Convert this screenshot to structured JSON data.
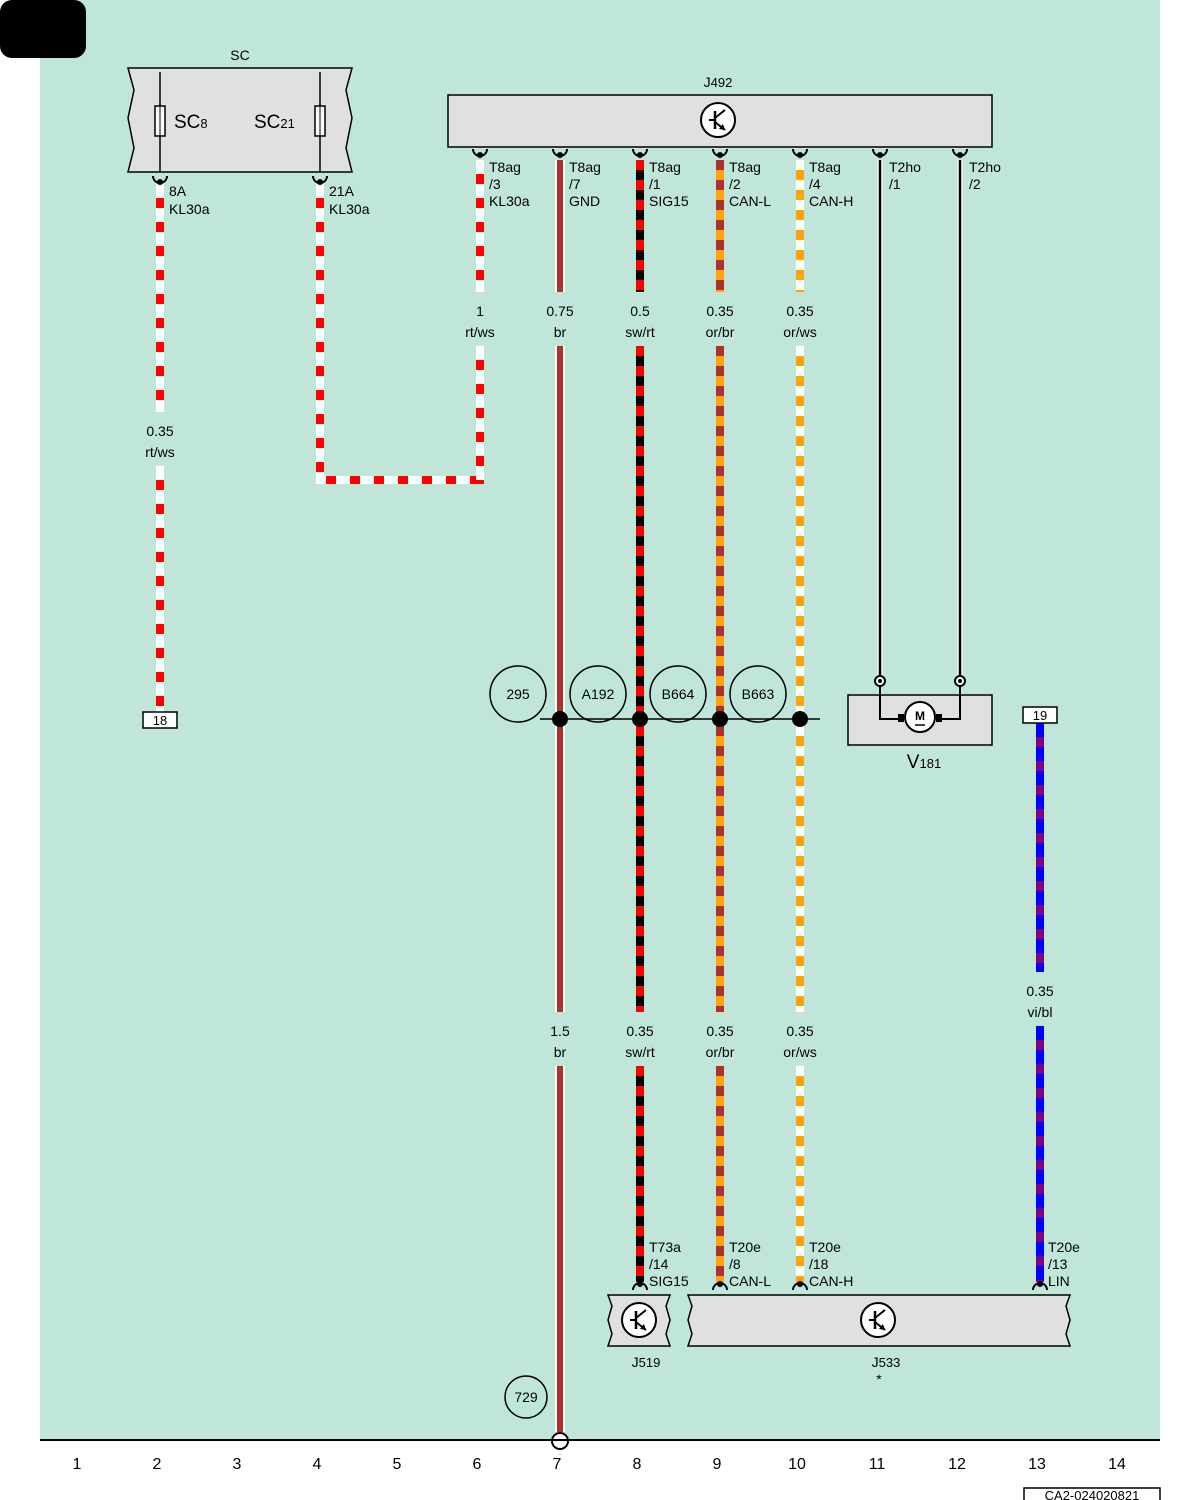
{
  "diagram_id": "CA2-024020821",
  "colors": {
    "background": "#c0e6d9",
    "red": "#ff0000",
    "white": "#ffffff",
    "brown": "#b03030",
    "black": "#000000",
    "orange": "#ffa500",
    "violet": "#800080",
    "blue": "#0000ff"
  },
  "components": {
    "sc": {
      "name": "SC",
      "fuse_a": {
        "main": "SC",
        "sub": "8"
      },
      "fuse_b": {
        "main": "SC",
        "sub": "21"
      }
    },
    "j492": {
      "main": "J",
      "sub": "492"
    },
    "v181": {
      "main": "V",
      "sub": "181",
      "motor_symbol": "M"
    },
    "j519": {
      "main": "J",
      "sub": "519"
    },
    "j533": {
      "main": "J",
      "sub": "533",
      "note": "*"
    }
  },
  "pins": {
    "sc_8": {
      "l1": "8A",
      "l2": "KL30a"
    },
    "sc_21": {
      "l1": "21A",
      "l2": "KL30a"
    },
    "t8ag_3": {
      "l1": "T8ag",
      "l2": "/3",
      "l3": "KL30a"
    },
    "t8ag_7": {
      "l1": "T8ag",
      "l2": "/7",
      "l3": "GND"
    },
    "t8ag_1": {
      "l1": "T8ag",
      "l2": "/1",
      "l3": "SIG15"
    },
    "t8ag_2": {
      "l1": "T8ag",
      "l2": "/2",
      "l3": "CAN-L"
    },
    "t8ag_4": {
      "l1": "T8ag",
      "l2": "/4",
      "l3": "CAN-H"
    },
    "t2ho_1": {
      "l1": "T2ho",
      "l2": "/1"
    },
    "t2ho_2": {
      "l1": "T2ho",
      "l2": "/2"
    },
    "t73a_14": {
      "l1": "T73a",
      "l2": "/14",
      "l3": "SIG15"
    },
    "t20e_8": {
      "l1": "T20e",
      "l2": "/8",
      "l3": "CAN-L"
    },
    "t20e_18": {
      "l1": "T20e",
      "l2": "/18",
      "l3": "CAN-H"
    },
    "t20e_13": {
      "l1": "T20e",
      "l2": "/13",
      "l3": "LIN"
    }
  },
  "wires": {
    "w2": {
      "gauge": "0.35",
      "color": "rt/ws"
    },
    "w6": {
      "gauge": "1",
      "color": "rt/ws"
    },
    "w7a": {
      "gauge": "0.75",
      "color": "br"
    },
    "w7b": {
      "gauge": "1.5",
      "color": "br"
    },
    "w8a": {
      "gauge": "0.5",
      "color": "sw/rt"
    },
    "w8b": {
      "gauge": "0.35",
      "color": "sw/rt"
    },
    "w9a": {
      "gauge": "0.35",
      "color": "or/br"
    },
    "w9b": {
      "gauge": "0.35",
      "color": "or/br"
    },
    "w10a": {
      "gauge": "0.35",
      "color": "or/ws"
    },
    "w10b": {
      "gauge": "0.35",
      "color": "or/ws"
    },
    "w13": {
      "gauge": "0.35",
      "color": "vi/bl"
    }
  },
  "references": {
    "r18": "18",
    "r19": "19"
  },
  "connection_points": {
    "c295": "295",
    "a192": "A192",
    "b664": "B664",
    "b663": "B663",
    "c729": "729"
  },
  "columns": [
    "1",
    "2",
    "3",
    "4",
    "5",
    "6",
    "7",
    "8",
    "9",
    "10",
    "11",
    "12",
    "13",
    "14"
  ]
}
